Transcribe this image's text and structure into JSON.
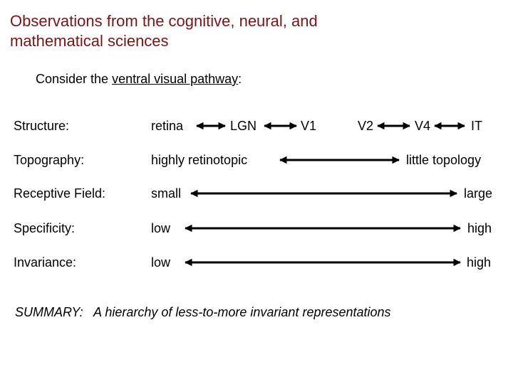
{
  "title": "Observations from the cognitive, neural, and mathematical sciences",
  "intro": {
    "prefix": "Consider the ",
    "pathway": "ventral visual pathway",
    "suffix": ":"
  },
  "rows": {
    "structure": {
      "label": "Structure:",
      "stages": [
        "retina",
        "LGN",
        "V1",
        "V2",
        "V4",
        "IT"
      ]
    },
    "topography": {
      "label": "Topography:",
      "start": "highly retinotopic",
      "end": "little topology"
    },
    "receptive_field": {
      "label": "Receptive Field:",
      "start": "small",
      "end": "large"
    },
    "specificity": {
      "label": "Specificity:",
      "start": "low",
      "end": "high"
    },
    "invariance": {
      "label": "Invariance:",
      "start": "low",
      "end": "high"
    }
  },
  "summary": "SUMMARY:   A hierarchy of less-to-more invariant representations",
  "colors": {
    "title": "#7b1416",
    "text": "#000000"
  }
}
